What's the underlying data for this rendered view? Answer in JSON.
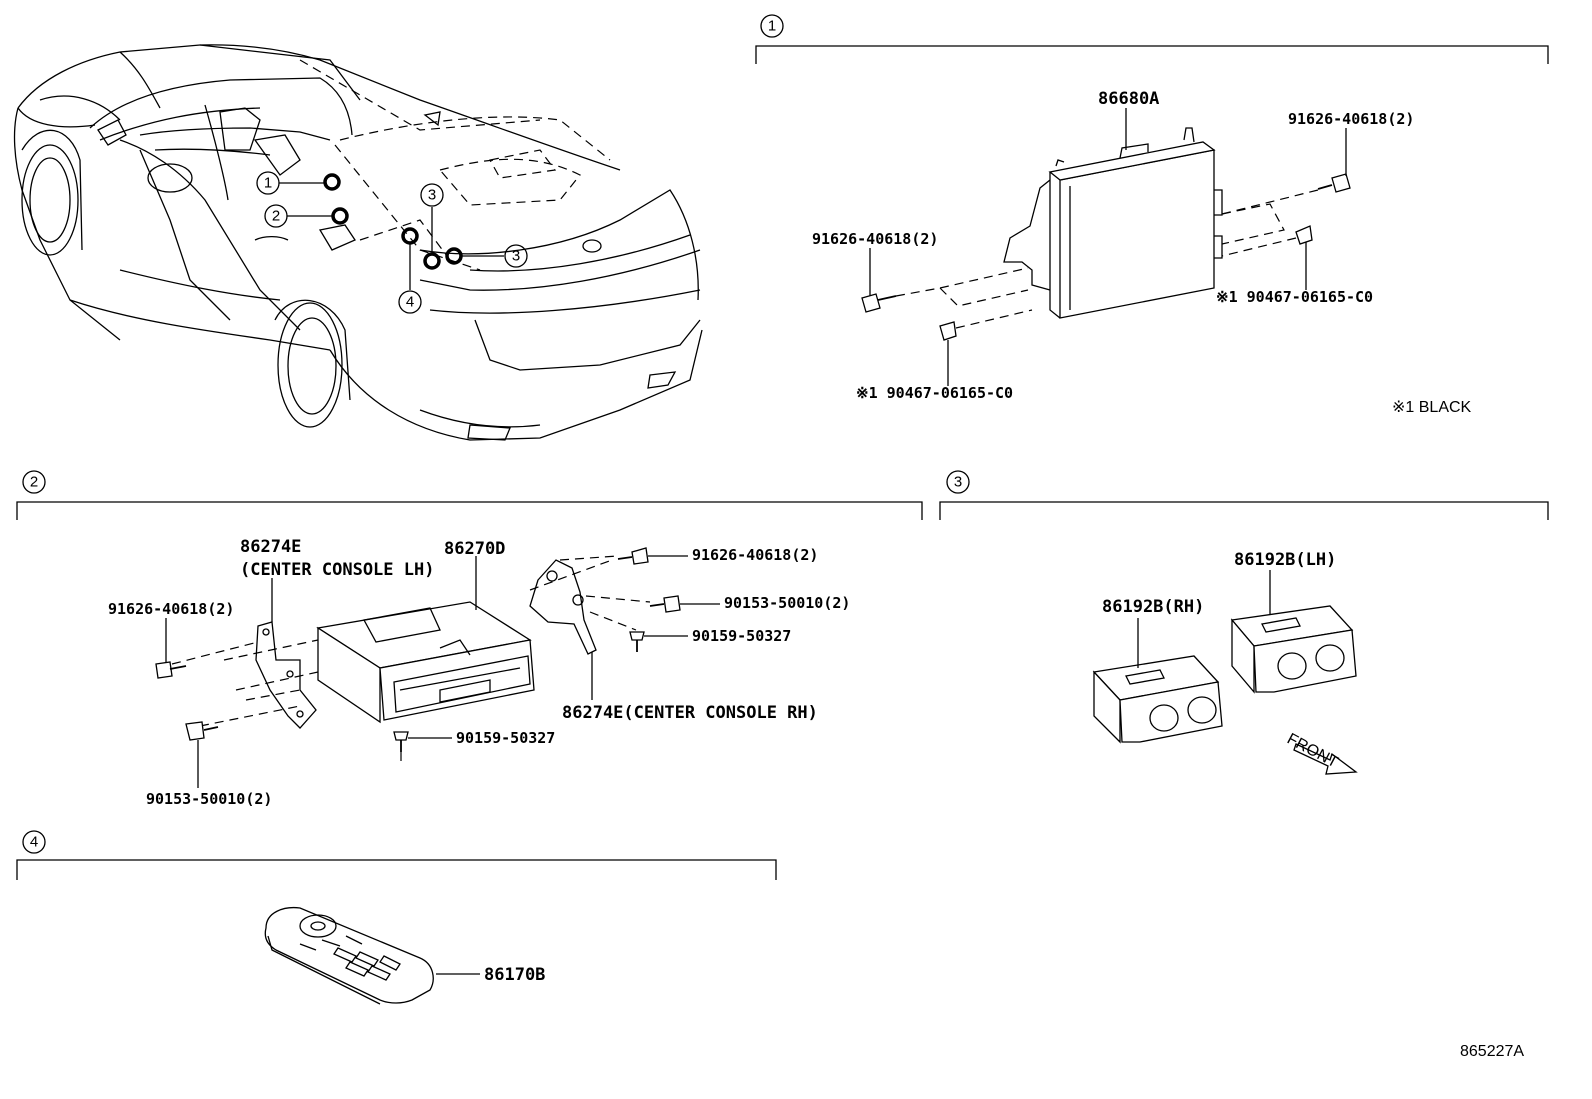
{
  "callouts": [
    {
      "id": "1",
      "label": "1"
    },
    {
      "id": "2",
      "label": "2"
    },
    {
      "id": "3",
      "label": "3"
    },
    {
      "id": "4",
      "label": "4"
    }
  ],
  "section1": {
    "main_part": "86680A",
    "bolt_upper_right": "91626-40618(2)",
    "bolt_left": "91626-40618(2)",
    "clip_right": "※1 90467-06165-C0",
    "clip_bottom": "※1 90467-06165-C0",
    "note": "※1 BLACK"
  },
  "section2": {
    "bracket_lh": "86274E",
    "bracket_lh_note": "(CENTER CONSOLE LH)",
    "main_part": "86270D",
    "bolt_left": "91626-40618(2)",
    "bolt_top_right": "91626-40618(2)",
    "bolt_right": "90153-50010(2)",
    "screw_right": "90159-50327",
    "bracket_rh": "86274E(CENTER CONSOLE RH)",
    "screw_bottom": "90159-50327",
    "bolt_bottom": "90153-50010(2)"
  },
  "section3": {
    "part_lh": "86192B(LH)",
    "part_rh": "86192B(RH)",
    "front_label": "FRONT"
  },
  "section4": {
    "main_part": "86170B"
  },
  "diagram_id": "865227A"
}
